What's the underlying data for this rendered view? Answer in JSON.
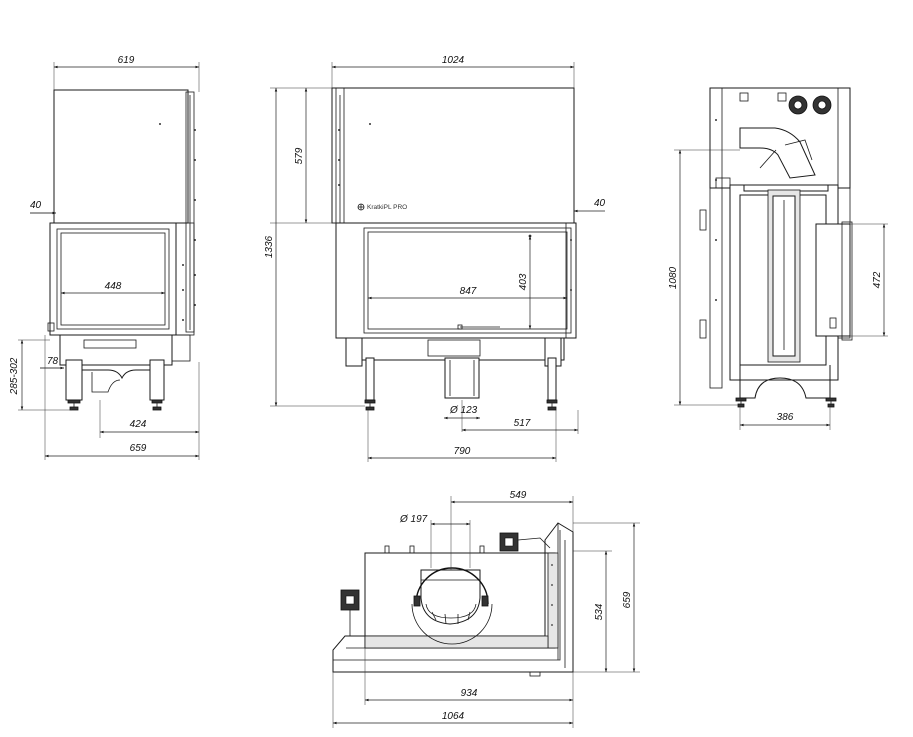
{
  "brand": {
    "label": "KratkiPL PRO"
  },
  "side_view": {
    "width_top": "619",
    "offset_40": "40",
    "glass_width": "448",
    "offset_78": "78",
    "leg_height": "285-302",
    "base_424": "424",
    "width_bottom": "659"
  },
  "front_view": {
    "width_top": "1024",
    "top_section_579": "579",
    "total_height": "1336",
    "offset_40": "40",
    "glass_width": "847",
    "glass_height": "403",
    "flue_diameter": "Ø 123",
    "offset_517": "517",
    "base_790": "790"
  },
  "rear_view": {
    "height_1080": "1080",
    "height_472": "472",
    "base_386": "386"
  },
  "top_view": {
    "flue_diameter": "Ø 197",
    "offset_549": "549",
    "depth_534": "534",
    "depth_659": "659",
    "width_934": "934",
    "width_1064": "1064"
  }
}
